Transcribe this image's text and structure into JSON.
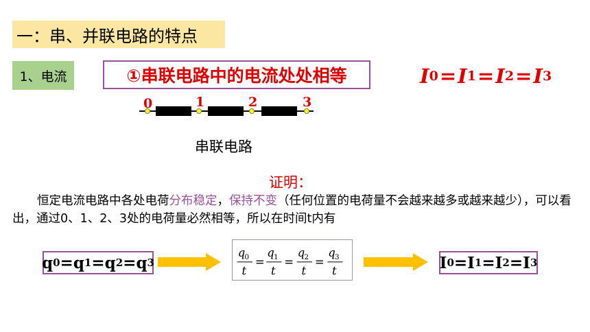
{
  "section_title": "一：串、并联电路的特点",
  "sub_tag": "1、电流",
  "rule_text": "①串联电路中的电流处处相等",
  "formula_top": {
    "symbol": "I",
    "subscripts": [
      "0",
      "1",
      "2",
      "3"
    ],
    "equals": "="
  },
  "circuit": {
    "labels": [
      "0",
      "1",
      "2",
      "3"
    ],
    "caption": "串联电路",
    "colors": {
      "wire": "#000000",
      "resistor": "#000000",
      "node": "#ffff00",
      "label": "#e00000"
    }
  },
  "proof_title": "证明：",
  "paragraph": {
    "part1": "恒定电流电路中各处电荷",
    "highlight1": "分布稳定",
    "part2": "，",
    "highlight2": "保持不变",
    "part3": "（任何位置的电荷量不会越来越多或越来越少），可以看出，通过0、1、2、3处的电荷量必然相等，所以在时间t内有"
  },
  "equation_q": {
    "symbol": "q",
    "subscripts": [
      "0",
      "1",
      "2",
      "3"
    ],
    "equals": "="
  },
  "equation_frac": {
    "numerators": [
      "q",
      "q",
      "q",
      "q"
    ],
    "subscripts": [
      "0",
      "1",
      "2",
      "3"
    ],
    "denominator": "t",
    "equals": "="
  },
  "equation_i": {
    "symbol": "I",
    "subscripts": [
      "0",
      "1",
      "2",
      "3"
    ],
    "equals": "="
  },
  "colors": {
    "section_bg": "#fbe7a1",
    "tag_bg": "#a9d18e",
    "accent_red": "#e00000",
    "box_border": "#9b4f9b",
    "arrow_fill": "#ffc000"
  }
}
